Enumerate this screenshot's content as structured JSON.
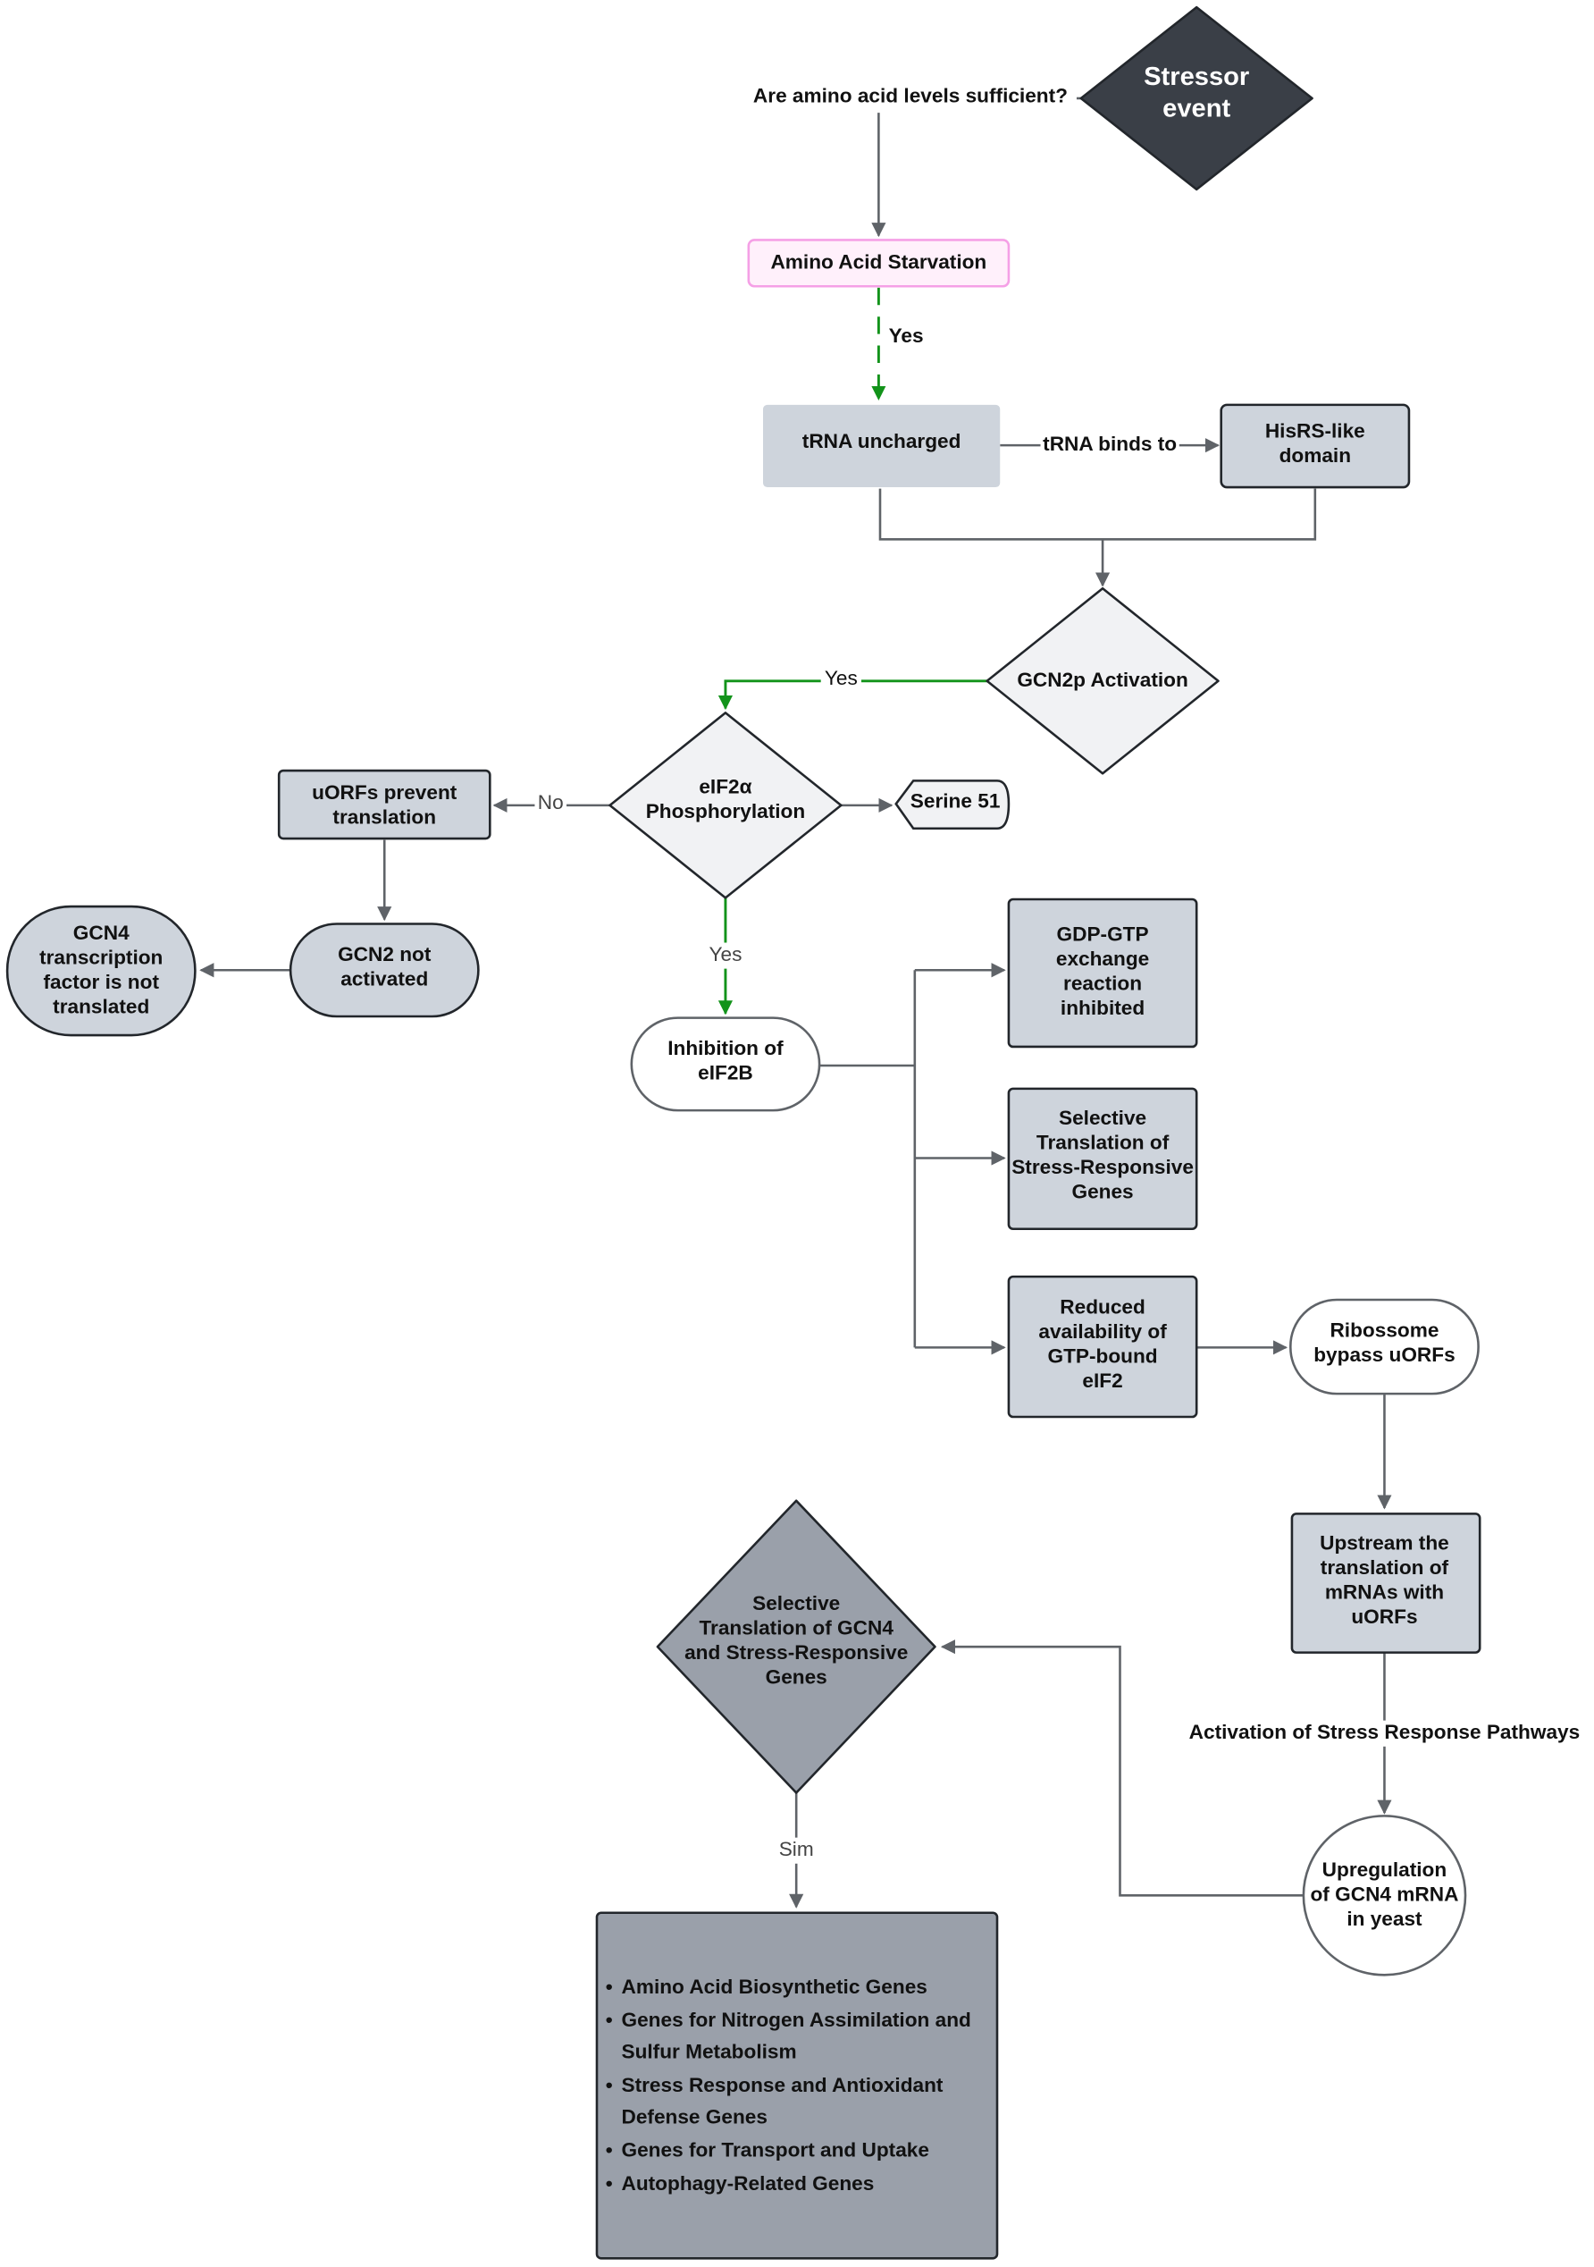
{
  "nodes": {
    "stressor": [
      "Stressor",
      "event"
    ],
    "starvation": "Amino Acid Starvation",
    "trna": "tRNA uncharged",
    "hisrs": [
      "HisRS-like",
      "domain"
    ],
    "gcn2p": "GCN2p Activation",
    "eif2a": [
      "eIF2α",
      "Phosphorylation"
    ],
    "serine": "Serine 51",
    "uorfs": [
      "uORFs prevent",
      "translation"
    ],
    "gcn2_not": [
      "GCN2 not",
      "activated"
    ],
    "gcn4_not": [
      "GCN4",
      "transcription",
      "factor is not",
      "translated"
    ],
    "inhibition": [
      "Inhibition of",
      "eIF2B"
    ],
    "gdp_gtp": [
      "GDP-GTP",
      "exchange",
      "reaction",
      "inhibited"
    ],
    "selective_stress": [
      "Selective",
      "Translation of",
      "Stress-Responsive",
      "Genes"
    ],
    "reduced": [
      "Reduced",
      "availability of",
      "GTP-bound",
      "eIF2"
    ],
    "ribosome": [
      "Ribossome",
      "bypass uORFs"
    ],
    "upstream": [
      "Upstream the",
      "translation of",
      "mRNAs with",
      "uORFs"
    ],
    "upregulation": [
      "Upregulation",
      "of GCN4 mRNA",
      "in yeast"
    ],
    "selective_gcn4": [
      "Selective",
      "Translation of GCN4",
      "and Stress-Responsive",
      "Genes"
    ],
    "genes_list": [
      "Amino Acid Biosynthetic Genes",
      "Genes for Nitrogen Assimilation and",
      "Sulfur Metabolism",
      "Stress Response and Antioxidant",
      "Defense Genes",
      "Genes for Transport and Uptake",
      "Autophagy-Related Genes"
    ]
  },
  "edge_labels": {
    "question": "Are amino acid levels sufficient?",
    "yes1": "Yes",
    "binds": "tRNA binds to",
    "yes2": "Yes",
    "no": "No",
    "yes3": "Yes",
    "activation": "Activation of Stress Response Pathways",
    "sim": "Sim"
  },
  "colors": {
    "dark_node": "#3a3f47",
    "box": "#ced4dc",
    "green": "#12931a",
    "pink": "#f5a0e6"
  }
}
